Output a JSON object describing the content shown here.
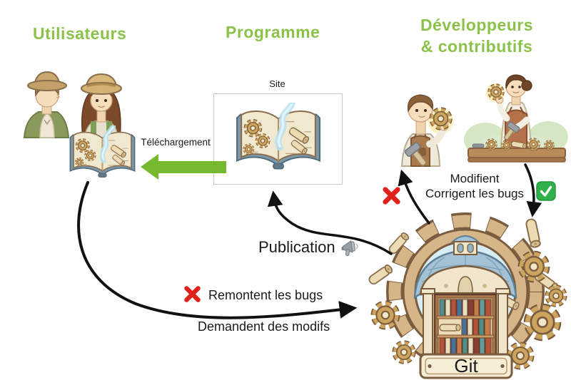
{
  "titles": {
    "users": "Utilisateurs",
    "program": "Programme",
    "developers_line1": "Développeurs",
    "developers_line2": "& contributifs"
  },
  "labels": {
    "site": "Site",
    "download": "Téléchargement",
    "publication": "Publication",
    "modify": "Modifient",
    "fix_bugs": "Corrigent les bugs",
    "report_bugs": "Remontent les bugs",
    "request_mods": "Demandent des modifs",
    "git": "Git"
  },
  "icons": {
    "red_cross": "red-cross-icon",
    "green_check": "green-check-icon",
    "megaphone": "megaphone-icon"
  },
  "colors": {
    "title_green": "#8bc34a",
    "download_arrow_green": "#76b82e",
    "cross_red": "#e0201b",
    "check_green": "#2fb04a",
    "flow_arrow_black": "#111111",
    "site_box_border": "#c9c9c9",
    "gear_tan": "#d6b688",
    "roof_blue": "#a3c2d6"
  }
}
